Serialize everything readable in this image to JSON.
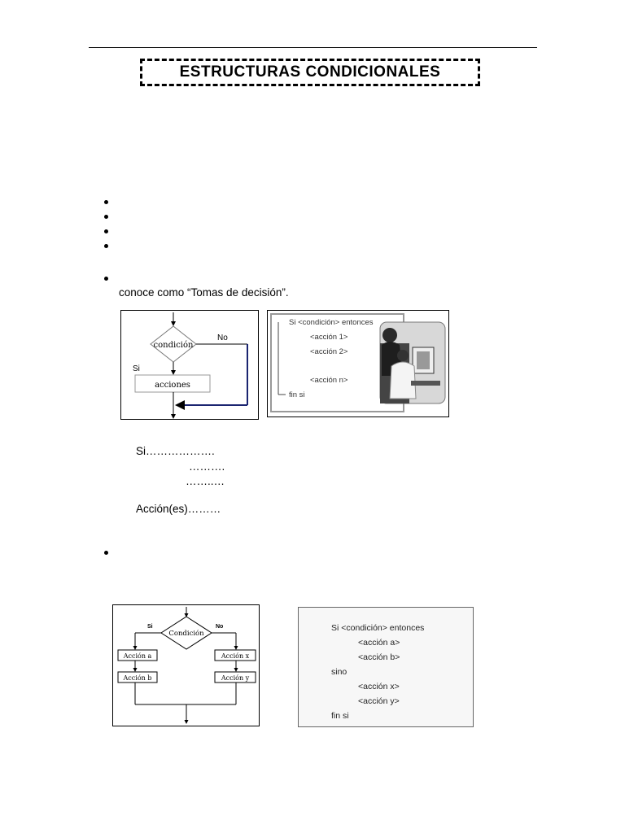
{
  "page": {
    "title": "ESTRUCTURAS CONDICIONALES",
    "intro_line": "conoce como “Tomas de decisión”.",
    "pseudo": {
      "line1": "Si……………….",
      "line2": "……….",
      "line3": "……..…",
      "line4": "Acción(es)………"
    }
  },
  "figure1": {
    "condition": "condición",
    "no": "No",
    "si": "Si",
    "actions": "acciones"
  },
  "figure2": {
    "line1": "Si <condición> entonces",
    "line2": "<acción 1>",
    "line3": "<acción 2>",
    "line4": "<acción n>",
    "line5": "fin si"
  },
  "figure3": {
    "si": "Si",
    "no": "No",
    "condition": "Condición",
    "action_a": "Acción a",
    "action_b": "Acción b",
    "action_x": "Acción x",
    "action_y": "Acción y"
  },
  "figure4": {
    "line1": "Si <condición> entonces",
    "line2": "<acción a>",
    "line3": "<acción b>",
    "line4": "sino",
    "line5": "<acción x>",
    "line6": "<acción y>",
    "line7": "fin si"
  }
}
